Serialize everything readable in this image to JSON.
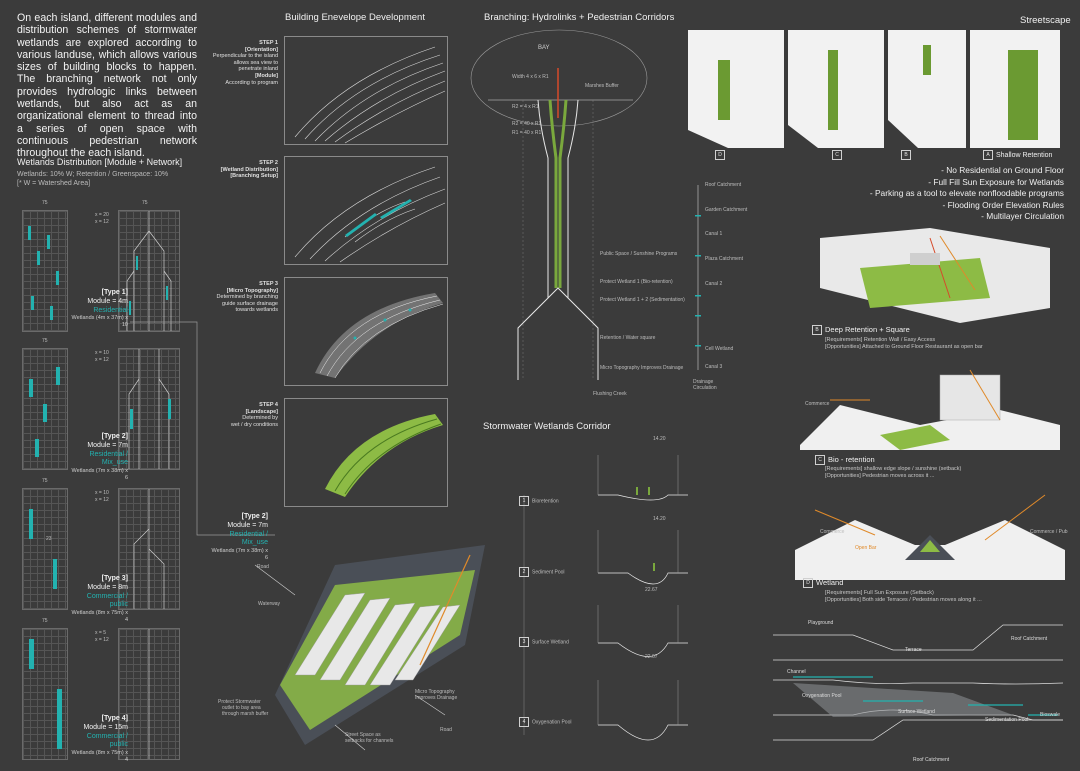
{
  "intro": "On each island, different modules and distribution schemes of stormwater wetlands are explored according to various landuse, which allows various sizes of building blocks to happen. The branching network not only provides hydrologic links between wetlands, but also act as an organizational element to thread into a series of open space with continuous pedestrian network throughout the each island.",
  "wetlands": {
    "title": "Wetlands Distribution [Module + Network]",
    "line1": "Wetlands: 10% W; Retention / Greenspace: 10%",
    "line2": "[* W = Watershed Area]",
    "types": [
      {
        "name": "[Type 1]",
        "module": "Module = 4m",
        "use": "Residential",
        "dim": "Wetlands (4m x 37m) x 10"
      },
      {
        "name": "[Type 2]",
        "module": "Module = 7m",
        "use": "Residential / Mix_use",
        "dim": "Wetlands (7m x 38m) x 6"
      },
      {
        "name": "[Type 3]",
        "module": "Module = 8m",
        "use": "Commercial / public",
        "dim": "Wetlands (8m x 75m) x 4"
      },
      {
        "name": "[Type 4]",
        "module": "Module = 15m",
        "use": "Commercial / public",
        "dim": "Wetlands (8m x 75m) x 4"
      }
    ],
    "extra": {
      "name": "[Type 2]",
      "module": "Module = 7m",
      "use": "Residential / Mix_use",
      "dim": "Wetlands (7m x 38m) x 6"
    },
    "grid_top_labels": [
      "75",
      "75"
    ],
    "grid_side_labels": [
      [
        "x = 20",
        "x = 12"
      ],
      [
        "x = 10",
        "x = 12"
      ],
      [
        "x = 10",
        "x = 12"
      ],
      [
        "x = 5",
        "x = 12"
      ]
    ],
    "grid_mid_label": "23"
  },
  "envelope": {
    "heading": "Building Enevelope Development",
    "steps": [
      {
        "title": "STEP 1",
        "line1": "[Orientation]",
        "desc1": "Perpendicular to the island",
        "desc2": "allows sea view to",
        "desc3": "penetrate inland",
        "line2": "[Module]",
        "desc4": "According to program"
      },
      {
        "title": "STEP 2",
        "line1": "[Wetland Distribution]",
        "line2": "[Branching Setup]"
      },
      {
        "title": "STEP 3",
        "line1": "[Micro Topography]",
        "desc1": "Determined by branching",
        "desc2": "guide surface drainage",
        "desc3": "towards wetlands"
      },
      {
        "title": "STEP 4",
        "line1": "[Landscape]",
        "desc1": "Determined by",
        "desc2": "wet / dry conditions"
      }
    ]
  },
  "axon_labels": {
    "road": "Road",
    "road2": "Road",
    "waterway": "Waterway",
    "protect": "Protect Stormwater",
    "protect_sub1": "outlet to bay area",
    "protect_sub2": "through marsh buffer",
    "micro": "Micro Topography",
    "micro_sub": "Improves Drainage",
    "street": "Street Space as",
    "street_sub": "setbacks for channels"
  },
  "branching": {
    "heading": "Branching: Hydrolinks + Pedestrian Corridors",
    "bay": "BAY",
    "flushing": "Flushing Creek",
    "labels_left": [
      "Width 4 x 6 x R1",
      "R2 = 4 x R1",
      "R2 = 40 x R1",
      "R1 = 40 x R1"
    ],
    "labels_right": [
      "Marshes Buffer",
      "Public Space / Sunshine Programs",
      "Protect Wetland 1 (Bio-retention)",
      "Protect Wetland 1 + 2 (Sedimentation)",
      "Retention / Water square",
      "Micro Topography Improves Drainage"
    ],
    "right_side": [
      "Roof Catchment",
      "Garden Catchment",
      "Canal 1",
      "Plaza Catchment",
      "Canal 2",
      "Cell Wetland",
      "Canal 3"
    ],
    "drainage": "Drainage",
    "circulation": "Circulation"
  },
  "corridor": {
    "heading": "Stormwater Wetlands Corridor",
    "sections": [
      {
        "num": "1",
        "name": "Bioretention"
      },
      {
        "num": "2",
        "name": "Sediment Pool"
      },
      {
        "num": "3",
        "name": "Surface Wetland"
      },
      {
        "num": "4",
        "name": "Oxygenation Pool"
      }
    ],
    "dims": [
      "14.20",
      "14.20",
      "22.67",
      "22.67"
    ]
  },
  "streetscape": {
    "heading": "Streetscape",
    "markers": [
      "D",
      "C",
      "B",
      "A"
    ],
    "shallow": "Shallow Retention",
    "bullets": [
      "- No Residential on Ground Floor",
      "- Full Fill Sun Exposure for Wetlands",
      "- Parking as a tool to elevate nonfloodable programs",
      "- Flooding Order Elevation Rules",
      "- Multilayer Circulation"
    ],
    "items": [
      {
        "marker": "B",
        "title": "Deep Retention + Square",
        "req": "[Requirements] Retention Wall / Easy Access",
        "opp": "[Opportunities] Attached to Ground Floor Restaurant as open bar"
      },
      {
        "marker": "C",
        "title": "Bio - retention",
        "req": "[Requirements] shallow edge slope / sunshine (setback)",
        "opp": "[Opportunities] Pedestrian moves across it ..."
      },
      {
        "marker": "D",
        "title": "Wetland",
        "req": "[Requirements] Full Sun Exposure (Setback)",
        "opp": "[Opportunities] Both side Terraces / Pedestrian moves along it ..."
      }
    ],
    "section_labels": {
      "commerce": "Commerce",
      "open_bar": "Open Bar",
      "commerce2": "Commerce / Pub"
    }
  },
  "plan": {
    "playground": "Playground",
    "terrace": "Terrace",
    "roof1": "Roof Catchment",
    "channel": "Channel",
    "oxygen": "Oxygenation Pool",
    "surface": "Surface Wetland",
    "sediment": "Sedimentation Pool",
    "bioswale": "Bioswale",
    "roof2": "Roof Catchment"
  },
  "colors": {
    "bg": "#3b3b3b",
    "teal": "#23b2b0",
    "green": "#7aa83d",
    "red": "#d64a2a",
    "orange": "#e08a2a"
  }
}
